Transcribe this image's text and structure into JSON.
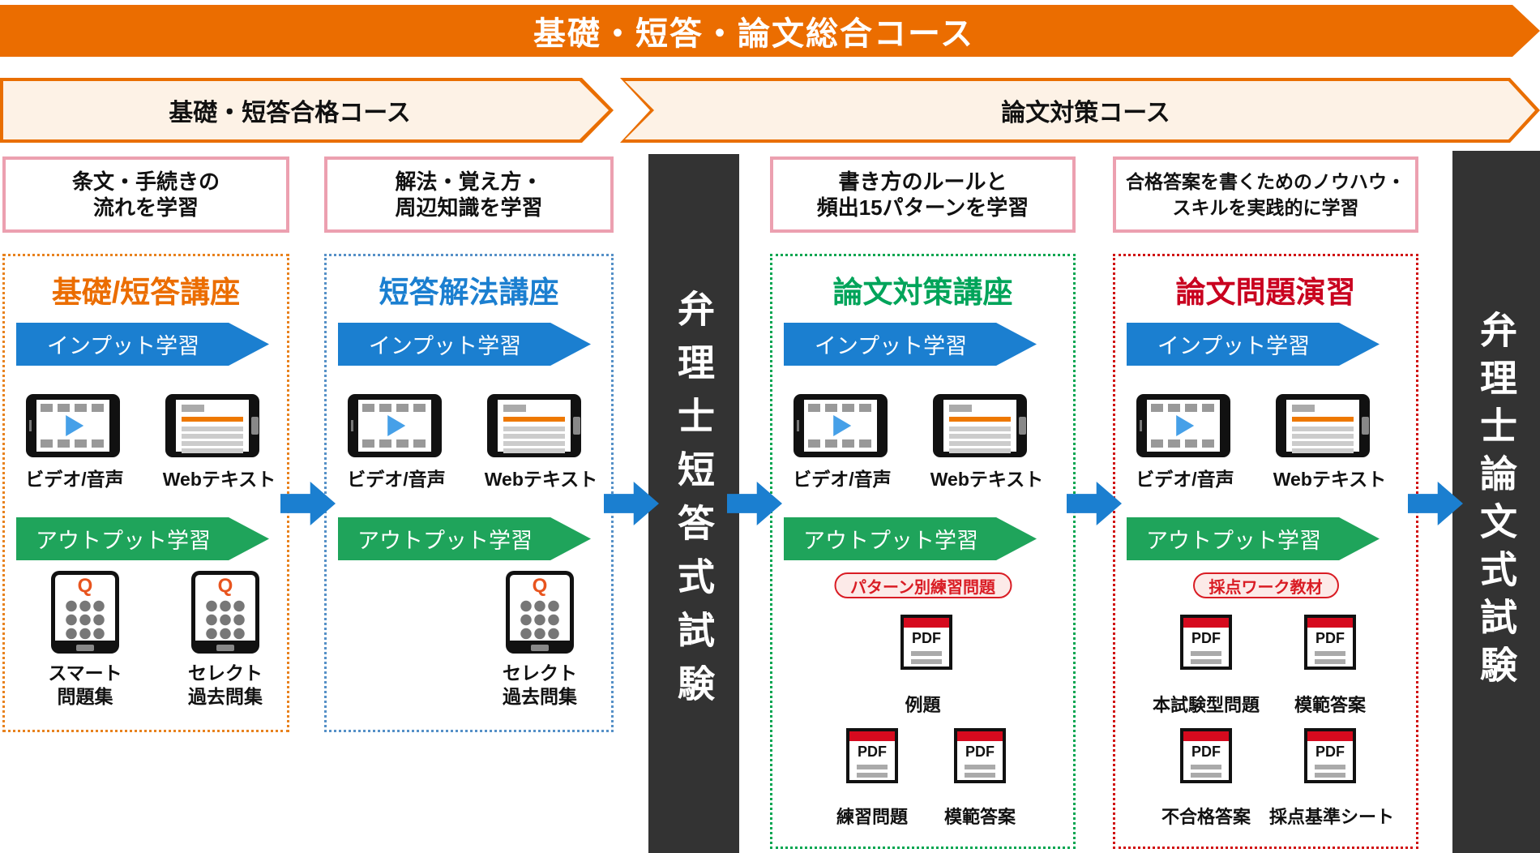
{
  "main_banner": {
    "label": "基礎・短答・論文総合コース"
  },
  "course_banners": {
    "left": "基礎・短答合格コース",
    "right": "論文対策コース"
  },
  "exam_bars": {
    "tantou": "弁理士短答式試験",
    "ronbun": "弁理士論文式試験"
  },
  "shared": {
    "input_banner": "インプット学習",
    "output_banner": "アウトプット学習",
    "video_label": "ビデオ/音声",
    "webtext_label": "Webテキスト",
    "q_glyph": "Q",
    "pdf_glyph": "PDF"
  },
  "columns": [
    {
      "header_line1": "条文・手続きの",
      "header_line2": "流れを学習",
      "title": "基礎/短答講座",
      "app1_line1": "スマート",
      "app1_line2": "問題集",
      "app2_line1": "セレクト",
      "app2_line2": "過去問集"
    },
    {
      "header_line1": "解法・覚え方・",
      "header_line2": "周辺知識を学習",
      "title": "短答解法講座",
      "app1_line1": "セレクト",
      "app1_line2": "過去問集"
    },
    {
      "header_line1": "書き方のルールと",
      "header_line2": "頻出15パターンを学習",
      "title": "論文対策講座",
      "badge": "パターン別練習問題",
      "pdf1": "例題",
      "pdf2": "練習問題",
      "pdf3": "模範答案"
    },
    {
      "header_line1": "合格答案を書くためのノウハウ・",
      "header_line2": "スキルを実践的に学習",
      "title": "論文問題演習",
      "badge": "採点ワーク教材",
      "pdf1": "本試験型問題",
      "pdf2": "模範答案",
      "pdf3": "不合格答案",
      "pdf4": "採点基準シート"
    }
  ],
  "colors": {
    "banner_orange": "#EB6D00",
    "banner_border_orange": "#E96E00",
    "banner_cream": "#FDF2E6",
    "header_pink_border": "#ECA0B0",
    "input_blue": "#1B7FD0",
    "output_green": "#1FA45B",
    "arrow_blue": "#1B7FD0",
    "exam_bar_dark": "#333333",
    "col1_accent": "#EB6D00",
    "col2_accent": "#1B7FD0",
    "col3_accent": "#00A550",
    "col4_accent": "#C9001F",
    "pdf_band_red": "#D60A1E",
    "badge_red": "#D91C24",
    "q_orange": "#E8541E"
  }
}
